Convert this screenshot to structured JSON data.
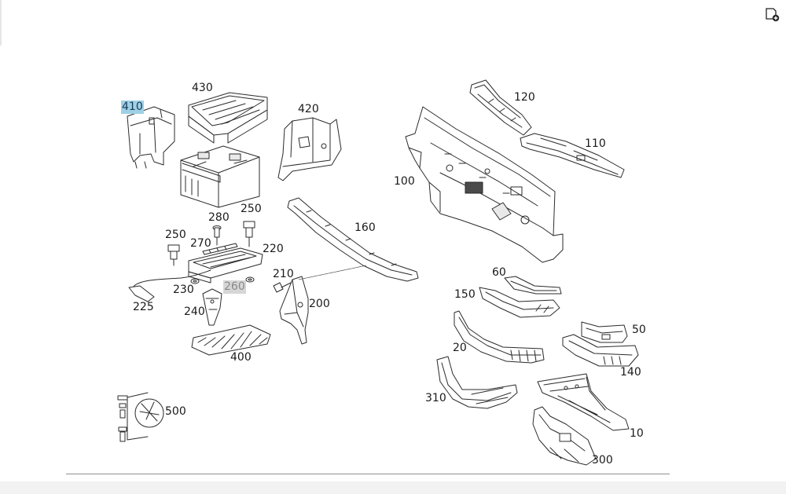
{
  "toolbar": {
    "button_icon": "document-add-icon"
  },
  "callouts": [
    {
      "id": "410",
      "label": "410",
      "state": "selected"
    },
    {
      "id": "430",
      "label": "430",
      "state": "normal"
    },
    {
      "id": "420",
      "label": "420",
      "state": "normal"
    },
    {
      "id": "120",
      "label": "120",
      "state": "normal"
    },
    {
      "id": "110",
      "label": "110",
      "state": "normal"
    },
    {
      "id": "100",
      "label": "100",
      "state": "normal"
    },
    {
      "id": "280",
      "label": "280",
      "state": "normal"
    },
    {
      "id": "250a",
      "label": "250",
      "state": "normal"
    },
    {
      "id": "250b",
      "label": "250",
      "state": "normal"
    },
    {
      "id": "270",
      "label": "270",
      "state": "normal"
    },
    {
      "id": "220",
      "label": "220",
      "state": "normal"
    },
    {
      "id": "160",
      "label": "160",
      "state": "normal"
    },
    {
      "id": "210",
      "label": "210",
      "state": "normal"
    },
    {
      "id": "260",
      "label": "260",
      "state": "dimmed"
    },
    {
      "id": "230",
      "label": "230",
      "state": "normal"
    },
    {
      "id": "225",
      "label": "225",
      "state": "normal"
    },
    {
      "id": "240",
      "label": "240",
      "state": "normal"
    },
    {
      "id": "200",
      "label": "200",
      "state": "normal"
    },
    {
      "id": "60",
      "label": "60",
      "state": "normal"
    },
    {
      "id": "150",
      "label": "150",
      "state": "normal"
    },
    {
      "id": "50",
      "label": "50",
      "state": "normal"
    },
    {
      "id": "20",
      "label": "20",
      "state": "normal"
    },
    {
      "id": "140",
      "label": "140",
      "state": "normal"
    },
    {
      "id": "400",
      "label": "400",
      "state": "normal"
    },
    {
      "id": "310",
      "label": "310",
      "state": "normal"
    },
    {
      "id": "500",
      "label": "500",
      "state": "normal"
    },
    {
      "id": "10",
      "label": "10",
      "state": "normal"
    },
    {
      "id": "300",
      "label": "300",
      "state": "normal"
    }
  ],
  "colors": {
    "selected": "#9fd0e6",
    "dimmed": "#d6d6d6",
    "line": "#2b2b2b"
  }
}
